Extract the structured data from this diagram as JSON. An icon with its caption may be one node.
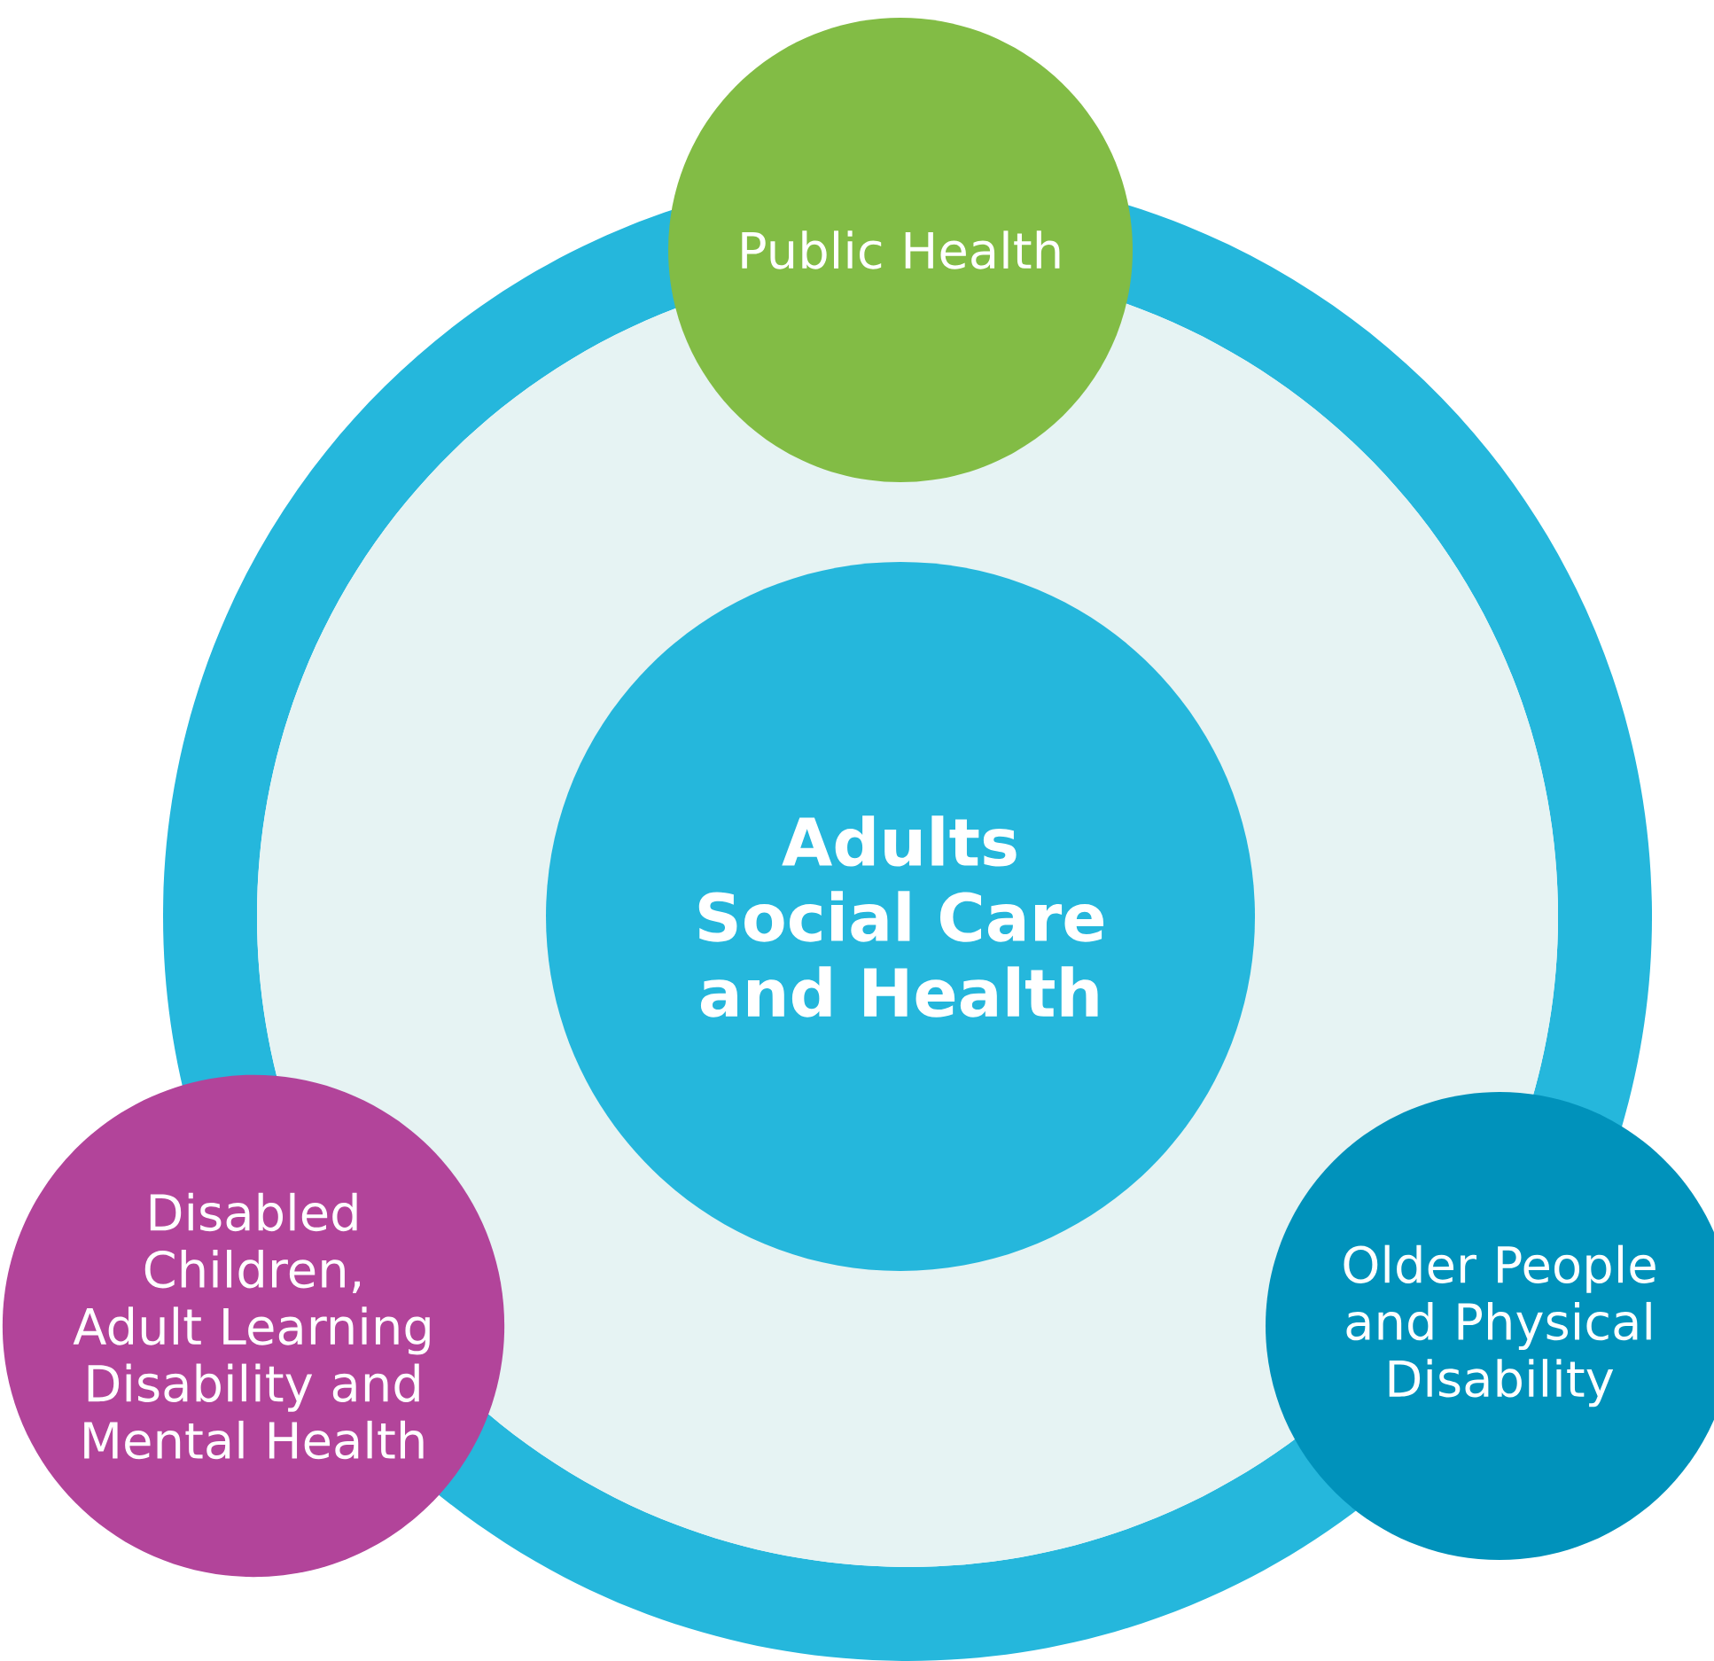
{
  "diagram": {
    "nodes": [
      {
        "text": [
          "Public Health"
        ]
      },
      {
        "text": [
          "Adults Social Care and Health"
        ]
      },
      {
        "text": [
          "Disabled Children, Adult Learning Disability and Mental Health"
        ]
      },
      {
        "text": [
          "Older People and Physical Disability"
        ]
      }
    ]
  }
}
